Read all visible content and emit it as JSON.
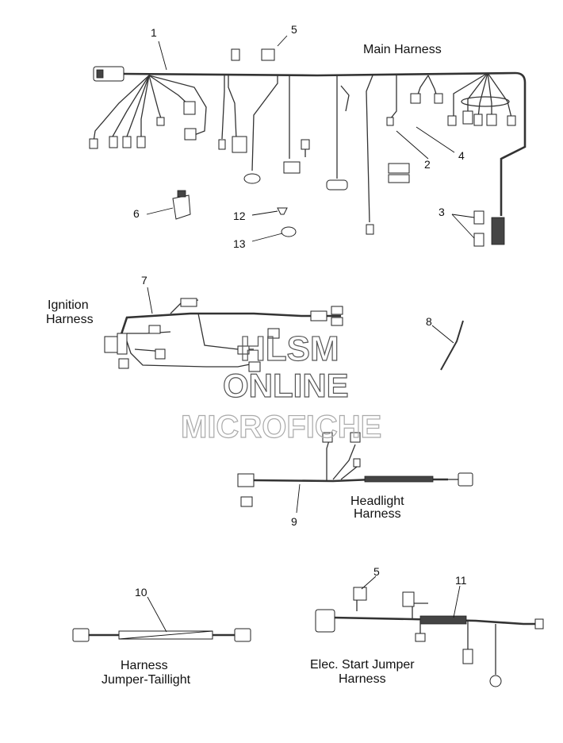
{
  "sections": {
    "main": "Main Harness",
    "ignition_1": "Ignition",
    "ignition_2": "Harness",
    "headlight_1": "Headlight",
    "headlight_2": "Harness",
    "taillight_1": "Harness",
    "taillight_2": "Jumper-Taillight",
    "elec_1": "Elec. Start Jumper",
    "elec_2": "Harness"
  },
  "callouts": {
    "c1": "1",
    "c2": "2",
    "c3": "3",
    "c4": "4",
    "c5a": "5",
    "c5b": "5",
    "c6": "6",
    "c7": "7",
    "c8": "8",
    "c9": "9",
    "c10": "10",
    "c11": "11",
    "c12": "12",
    "c13": "13"
  },
  "watermark": {
    "line1": "HLSM",
    "line2": "ONLINE",
    "line3": "MICROFICHE"
  }
}
